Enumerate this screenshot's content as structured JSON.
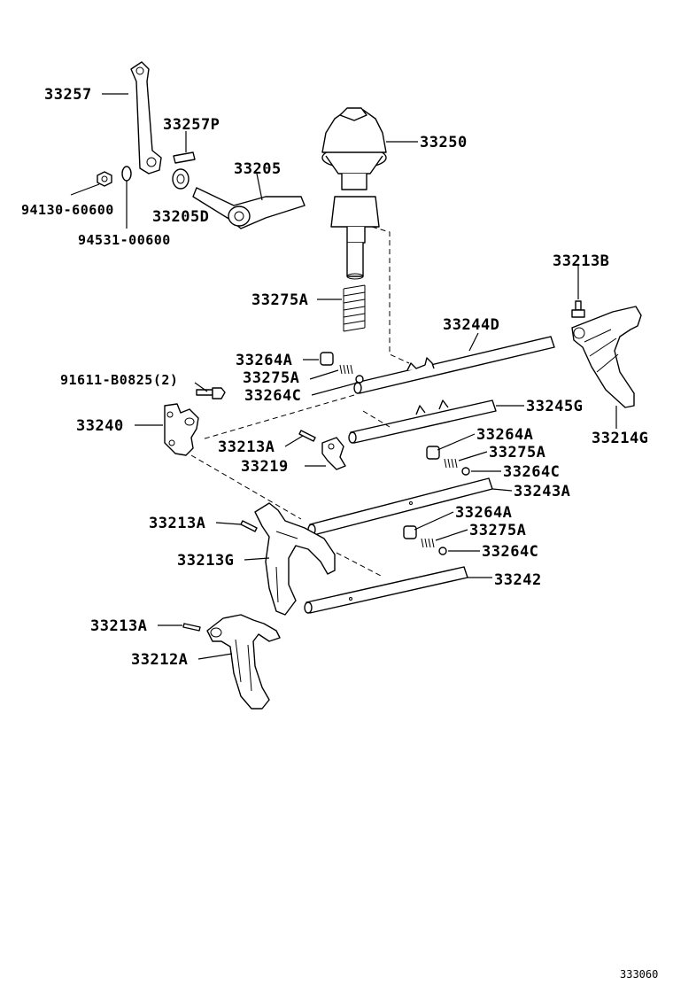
{
  "diagram": {
    "figure_number": "333060",
    "labels": {
      "p33257": "33257",
      "p33257P": "33257P",
      "p33250": "33250",
      "p33205": "33205",
      "p33205D": "33205D",
      "p94130": "94130-60600",
      "p94531": "94531-00600",
      "p33213B": "33213B",
      "p33275A_top": "33275A",
      "p33244D": "33244D",
      "p33214G": "33214G",
      "p33264A_1": "33264A",
      "p33275A_1": "33275A",
      "p33264C_1": "33264C",
      "p91611": "91611-B0825(2)",
      "p33245G": "33245G",
      "p33240": "33240",
      "p33213A_1": "33213A",
      "p33219": "33219",
      "p33264A_2": "33264A",
      "p33275A_2": "33275A",
      "p33264C_2": "33264C",
      "p33243A": "33243A",
      "p33213A_2": "33213A",
      "p33264A_3": "33264A",
      "p33275A_3": "33275A",
      "p33213G": "33213G",
      "p33264C_3": "33264C",
      "p33242": "33242",
      "p33213A_3": "33213A",
      "p33212A": "33212A"
    }
  }
}
